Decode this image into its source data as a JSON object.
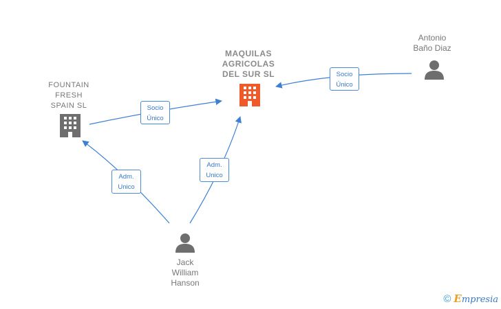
{
  "nodes": {
    "maquilas": {
      "lines": [
        "MAQUILAS",
        "AGRICOLAS",
        "DEL SUR  SL"
      ],
      "icon": "building-icon",
      "color": "#ef5a2a"
    },
    "fountain": {
      "lines": [
        "FOUNTAIN",
        "FRESH",
        "SPAIN  SL"
      ],
      "icon": "building-icon",
      "color": "#6e6e6e"
    },
    "antonio": {
      "lines": [
        "Antonio",
        "Baño Diaz"
      ],
      "icon": "person-icon",
      "color": "#6e6e6e"
    },
    "jack": {
      "lines": [
        "Jack",
        "William",
        "Hanson"
      ],
      "icon": "person-icon",
      "color": "#6e6e6e"
    }
  },
  "edges": [
    {
      "id": "fountain-to-maquilas",
      "lines": [
        "Socio",
        "Único"
      ]
    },
    {
      "id": "antonio-to-maquilas",
      "lines": [
        "Socio",
        "Único"
      ]
    },
    {
      "id": "jack-to-fountain",
      "lines": [
        "Adm.",
        "Unico"
      ]
    },
    {
      "id": "jack-to-maquilas",
      "lines": [
        "Adm.",
        "Unico"
      ]
    }
  ],
  "colors": {
    "edge": "#3f7fd2",
    "edge_label_text": "#3a78c8"
  },
  "brand": {
    "copyright": "©",
    "initial": "E",
    "name": "mpresia"
  }
}
